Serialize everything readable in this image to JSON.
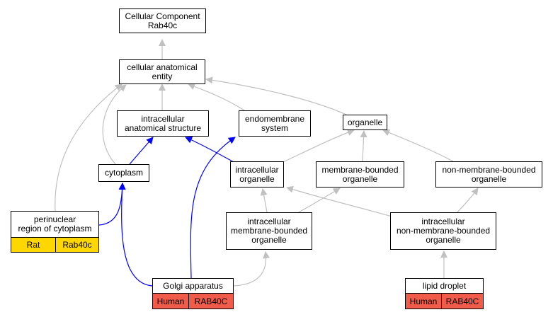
{
  "nodes": {
    "cellular_component": "Cellular Component\nRab40c",
    "cellular_anatomical_entity": "cellular anatomical\nentity",
    "intracellular_anatomical_structure": "intracellular\nanatomical structure",
    "endomembrane_system": "endomembrane\nsystem",
    "organelle": "organelle",
    "cytoplasm": "cytoplasm",
    "intracellular_organelle": "intracellular\norganelle",
    "membrane_bounded_organelle": "membrane-bounded\norganelle",
    "non_membrane_bounded_organelle": "non-membrane-bounded\norganelle",
    "perinuclear_region": "perinuclear\nregion of cytoplasm",
    "intracellular_membrane_bounded_organelle": "intracellular\nmembrane-bounded\norganelle",
    "intracellular_non_membrane_bounded_organelle": "intracellular\nnon-membrane-bounded\norganelle",
    "golgi_apparatus": "Golgi apparatus",
    "lipid_droplet": "lipid droplet"
  },
  "annotations": {
    "perinuclear_region": {
      "species": "Rat",
      "gene": "Rab40c"
    },
    "golgi_apparatus": {
      "species": "Human",
      "gene": "RAB40C"
    },
    "lipid_droplet": {
      "species": "Human",
      "gene": "RAB40C"
    }
  },
  "colors": {
    "is_a_edge": "#c0c0c0",
    "part_of_edge": "#0000ff",
    "rat": "#ffd700",
    "human": "#f15c4a"
  }
}
